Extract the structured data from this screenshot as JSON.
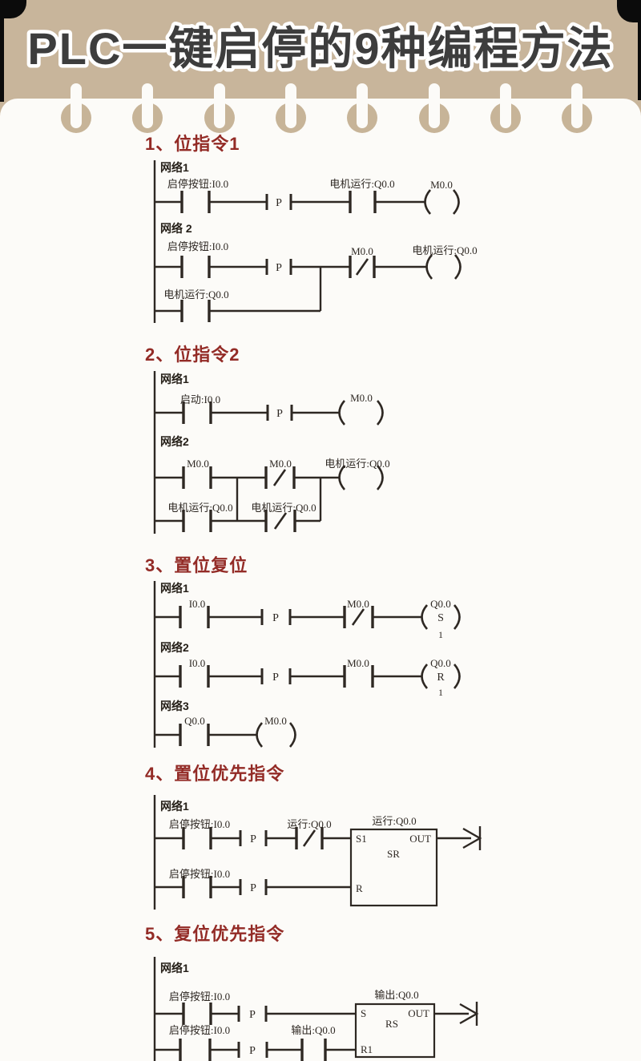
{
  "page": {
    "title": "PLC一键启停的9种编程方法"
  },
  "sym": {
    "p": "P"
  },
  "colors": {
    "header_bg": "#c8b59b",
    "ring_hole": "#c7b498",
    "paper": "#fcfbf8",
    "heading_text": "#932b26",
    "title_fill": "#3d3d3d",
    "title_stroke": "#ffffff",
    "line": "#2e2823"
  },
  "sections": [
    {
      "heading": "1、位指令1",
      "net1": {
        "name": "网络1",
        "contact1": "启停按钮:I0.0",
        "contact2": "电机运行:Q0.0",
        "coil": "M0.0"
      },
      "net2": {
        "name": "网络 2",
        "contact1": "启停按钮:I0.0",
        "contact2": "M0.0",
        "coil": "电机运行:Q0.0",
        "branch_contact": "电机运行:Q0.0"
      }
    },
    {
      "heading": "2、位指令2",
      "net1": {
        "name": "网络1",
        "contact1": "启动:I0.0",
        "coil": "M0.0"
      },
      "net2": {
        "name": "网络2",
        "row1_contact1": "M0.0",
        "row1_contact2": "M0.0",
        "coil": "电机运行:Q0.0",
        "row2_contact1": "电机运行:Q0.0",
        "row2_contact2": "电机运行:Q0.0"
      }
    },
    {
      "heading": "3、置位复位",
      "net1": {
        "name": "网络1",
        "contact1": "I0.0",
        "contact2": "M0.0",
        "coil": "Q0.0",
        "coil_op": "S",
        "coil_count": "1"
      },
      "net2": {
        "name": "网络2",
        "contact1": "I0.0",
        "contact2": "M0.0",
        "coil": "Q0.0",
        "coil_op": "R",
        "coil_count": "1"
      },
      "net3": {
        "name": "网络3",
        "contact1": "Q0.0",
        "coil": "M0.0"
      }
    },
    {
      "heading": "4、置位优先指令",
      "net1": {
        "name": "网络1",
        "row1_contact1": "启停按钮:I0.0",
        "row1_contact2": "运行:Q0.0",
        "row2_contact1": "启停按钮:I0.0",
        "box_label": "运行:Q0.0",
        "box_type": "SR",
        "box_in_set": "S1",
        "box_in_reset": "R",
        "box_out": "OUT"
      }
    },
    {
      "heading": "5、复位优先指令",
      "net1": {
        "name": "网络1",
        "row1_contact1": "启停按钮:I0.0",
        "row2_contact1": "启停按钮:I0.0",
        "row2_contact2": "输出:Q0.0",
        "box_label": "输出:Q0.0",
        "box_type": "RS",
        "box_in_set": "S",
        "box_in_reset": "R1",
        "box_out": "OUT"
      }
    }
  ]
}
